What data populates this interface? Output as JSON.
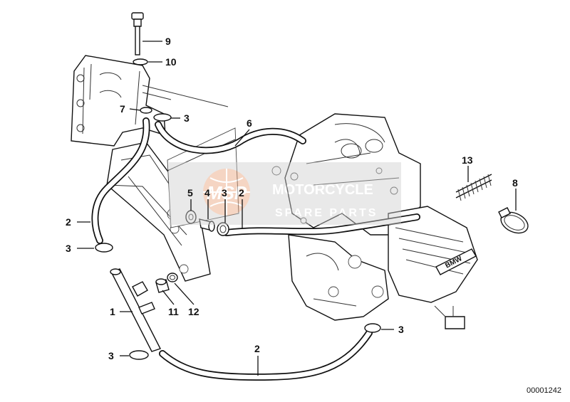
{
  "diagram": {
    "reference_number": "00001242",
    "watermark": {
      "logo_text": "MSP",
      "line1": "MOTORCYCLE",
      "line2": "SPARE PARTS"
    },
    "engine_badge": "BMW",
    "callouts": [
      {
        "id": "c9",
        "label": "9"
      },
      {
        "id": "c10",
        "label": "10"
      },
      {
        "id": "c7",
        "label": "7"
      },
      {
        "id": "c3a",
        "label": "3"
      },
      {
        "id": "c6",
        "label": "6"
      },
      {
        "id": "c13",
        "label": "13"
      },
      {
        "id": "c8",
        "label": "8"
      },
      {
        "id": "c5",
        "label": "5"
      },
      {
        "id": "c4",
        "label": "4"
      },
      {
        "id": "c3b",
        "label": "3"
      },
      {
        "id": "c2a",
        "label": "2"
      },
      {
        "id": "c2b",
        "label": "2"
      },
      {
        "id": "c3c",
        "label": "3"
      },
      {
        "id": "c1",
        "label": "1"
      },
      {
        "id": "c11",
        "label": "11"
      },
      {
        "id": "c12",
        "label": "12"
      },
      {
        "id": "c3d",
        "label": "3"
      },
      {
        "id": "c2c",
        "label": "2"
      },
      {
        "id": "c3e",
        "label": "3"
      }
    ]
  }
}
